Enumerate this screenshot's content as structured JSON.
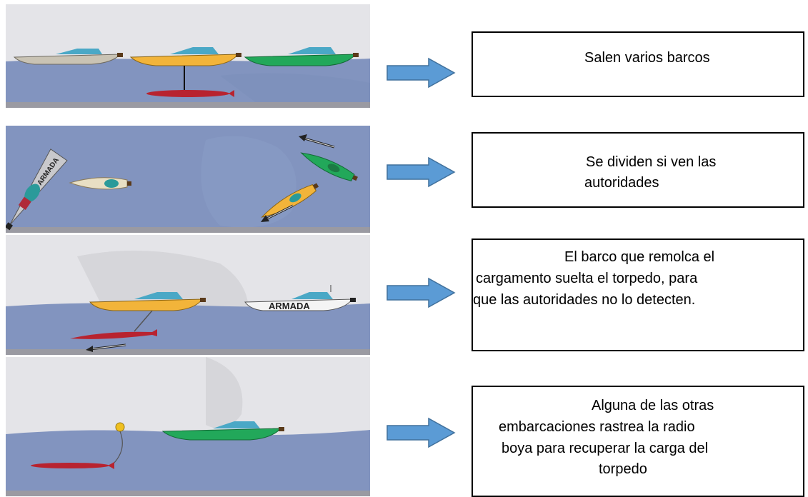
{
  "steps": [
    {
      "text_lines": [
        "Salen varios barcos"
      ],
      "patrol_label": ""
    },
    {
      "text_lines": [
        "Se dividen si ven las",
        "autoridades"
      ],
      "patrol_label": "ARMADA"
    },
    {
      "text_lines": [
        "El barco que remolca el",
        "cargamento suelta el torpedo, para",
        "que las autoridades no lo detecten."
      ],
      "patrol_label": "ARMADA"
    },
    {
      "text_lines": [
        "Alguna de las otras",
        "embarcaciones rastrea la radio",
        "boya para recuperar la carga del",
        "torpedo"
      ],
      "patrol_label": ""
    }
  ],
  "colors": {
    "sky": "#e4e4e8",
    "sea": "#8294bf",
    "sea_dark": "#6f82b0",
    "arrow_fill": "#5b9bd5",
    "arrow_stroke": "#41719c",
    "boat_yellow": "#f2b43a",
    "boat_green": "#22a85a",
    "boat_grey": "#c9c3b4",
    "torpedo": "#b8232f",
    "buoy": "#f0c020"
  }
}
